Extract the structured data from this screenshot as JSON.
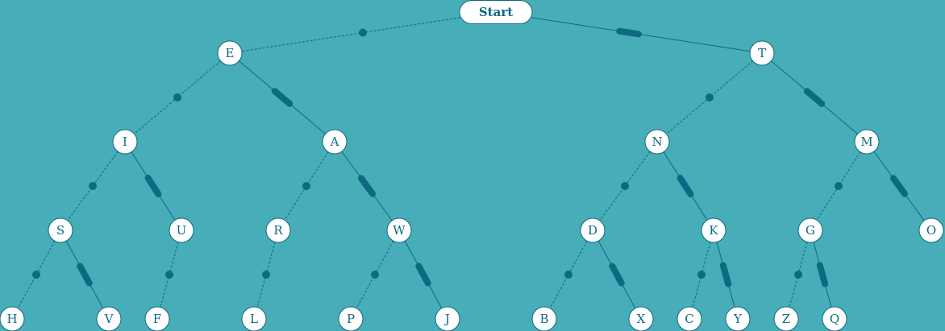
{
  "diagram": {
    "root": {
      "id": "start",
      "label": "Start"
    },
    "nodes": [
      {
        "id": "E",
        "label": "E"
      },
      {
        "id": "T",
        "label": "T"
      },
      {
        "id": "I",
        "label": "I"
      },
      {
        "id": "A",
        "label": "A"
      },
      {
        "id": "N",
        "label": "N"
      },
      {
        "id": "M",
        "label": "M"
      },
      {
        "id": "S",
        "label": "S"
      },
      {
        "id": "U",
        "label": "U"
      },
      {
        "id": "R",
        "label": "R"
      },
      {
        "id": "W",
        "label": "W"
      },
      {
        "id": "D",
        "label": "D"
      },
      {
        "id": "K",
        "label": "K"
      },
      {
        "id": "G",
        "label": "G"
      },
      {
        "id": "O",
        "label": "O"
      },
      {
        "id": "H",
        "label": "H"
      },
      {
        "id": "V",
        "label": "V"
      },
      {
        "id": "F",
        "label": "F"
      },
      {
        "id": "L",
        "label": "L"
      },
      {
        "id": "P",
        "label": "P"
      },
      {
        "id": "J",
        "label": "J"
      },
      {
        "id": "B",
        "label": "B"
      },
      {
        "id": "X",
        "label": "X"
      },
      {
        "id": "C",
        "label": "C"
      },
      {
        "id": "Y",
        "label": "Y"
      },
      {
        "id": "Z",
        "label": "Z"
      },
      {
        "id": "Q",
        "label": "Q"
      }
    ],
    "edges": [
      {
        "from": "start",
        "to": "E",
        "symbol": "dot"
      },
      {
        "from": "start",
        "to": "T",
        "symbol": "dash"
      },
      {
        "from": "E",
        "to": "I",
        "symbol": "dot"
      },
      {
        "from": "E",
        "to": "A",
        "symbol": "dash"
      },
      {
        "from": "T",
        "to": "N",
        "symbol": "dot"
      },
      {
        "from": "T",
        "to": "M",
        "symbol": "dash"
      },
      {
        "from": "I",
        "to": "S",
        "symbol": "dot"
      },
      {
        "from": "I",
        "to": "U",
        "symbol": "dash"
      },
      {
        "from": "A",
        "to": "R",
        "symbol": "dot"
      },
      {
        "from": "A",
        "to": "W",
        "symbol": "dash"
      },
      {
        "from": "N",
        "to": "D",
        "symbol": "dot"
      },
      {
        "from": "N",
        "to": "K",
        "symbol": "dash"
      },
      {
        "from": "M",
        "to": "G",
        "symbol": "dot"
      },
      {
        "from": "M",
        "to": "O",
        "symbol": "dash"
      },
      {
        "from": "S",
        "to": "H",
        "symbol": "dot"
      },
      {
        "from": "S",
        "to": "V",
        "symbol": "dash"
      },
      {
        "from": "U",
        "to": "F",
        "symbol": "dot"
      },
      {
        "from": "R",
        "to": "L",
        "symbol": "dot"
      },
      {
        "from": "W",
        "to": "P",
        "symbol": "dot"
      },
      {
        "from": "W",
        "to": "J",
        "symbol": "dash"
      },
      {
        "from": "D",
        "to": "B",
        "symbol": "dot"
      },
      {
        "from": "D",
        "to": "X",
        "symbol": "dash"
      },
      {
        "from": "K",
        "to": "C",
        "symbol": "dot"
      },
      {
        "from": "K",
        "to": "Y",
        "symbol": "dash"
      },
      {
        "from": "G",
        "to": "Z",
        "symbol": "dot"
      },
      {
        "from": "G",
        "to": "Q",
        "symbol": "dash"
      }
    ],
    "colors": {
      "background": "#46adb9",
      "ink": "#0e6a80",
      "node_fill": "#ffffff"
    }
  }
}
